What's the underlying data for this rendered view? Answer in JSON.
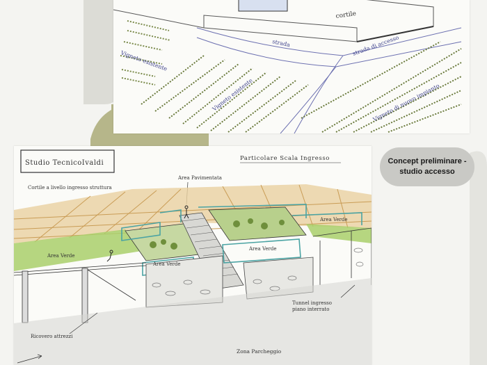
{
  "caption": {
    "text": "Concept preliminare -\nstudio accesso",
    "background": "#c9c9c5"
  },
  "top_sketch": {
    "labels": {
      "cortile": "cortile",
      "strada": "strada",
      "strada_accesso": "strada di accesso",
      "vigneto_sinistra": "Vigneto esistente",
      "vigneto_centro": "Vigneto esistente",
      "vigneto_destra": "Vigneto di nuovo impianto"
    }
  },
  "bottom_sketch": {
    "studio_title": "Studio TecnicoIvaldi",
    "heading": "Particolare Scala Ingresso",
    "labels": {
      "cortile_livello": "Cortile a livello ingresso struttura",
      "area_pavimentata": "Area Pavimentata",
      "area_verde_dx": "Area Verde",
      "area_verde_sx": "Area Verde",
      "area_verde_centro": "Area Verde",
      "area_verde_basso": "Area Verde",
      "tunnel": "Tunnel ingresso\npiano interrato",
      "ricovero": "Ricovero attrezzi",
      "parcheggio": "Zona Parcheggio"
    }
  },
  "colors": {
    "olive_accent": "#b6b68a",
    "page_bg": "#f4f4f1",
    "pergola": "#e6c78f",
    "green_area": "#a9cf6b",
    "railing": "#4aa3a3"
  }
}
